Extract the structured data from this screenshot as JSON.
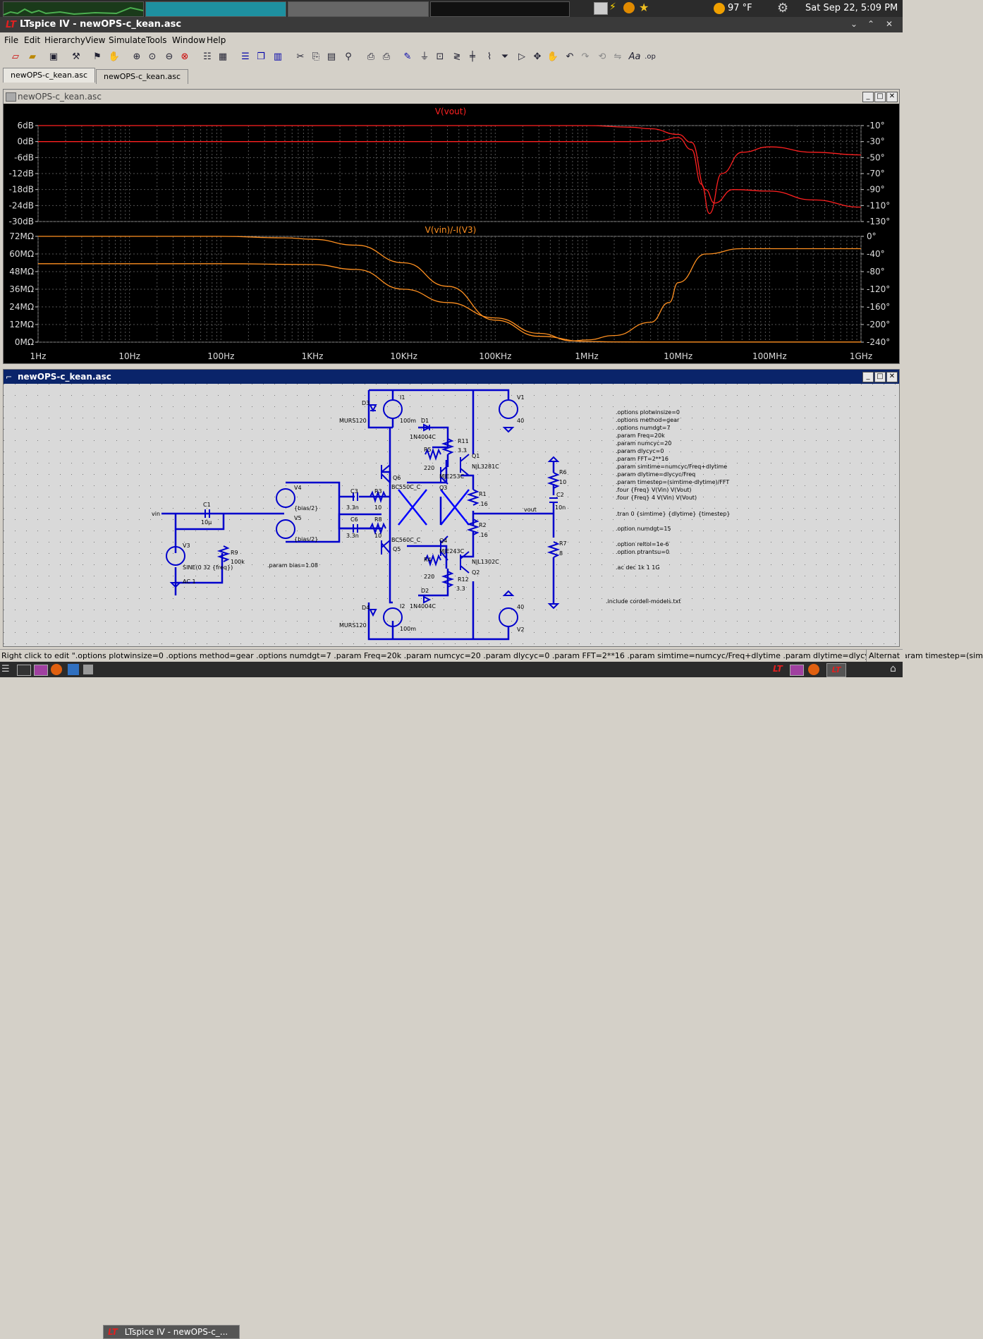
{
  "tray": {
    "temperature": "97 °F",
    "datetime": "Sat Sep 22,  5:09 PM"
  },
  "window": {
    "title": "LTspice IV - newOPS-c_kean.asc"
  },
  "menu": [
    "File",
    "Edit",
    "Hierarchy",
    "View",
    "Simulate",
    "Tools",
    "Window",
    "Help"
  ],
  "tabs": [
    "newOPS-c_kean.asc",
    "newOPS-c_kean.asc"
  ],
  "plot_window": {
    "title": "newOPS-c_kean.asc",
    "pane1": {
      "trace_label": "V(vout)",
      "trace_color": "#ff2020",
      "left_ticks": [
        "6dB",
        "0dB",
        "-6dB",
        "-12dB",
        "-18dB",
        "-24dB",
        "-30dB"
      ],
      "right_ticks": [
        "-10°",
        "-30°",
        "-50°",
        "-70°",
        "-90°",
        "-110°",
        "-130°"
      ]
    },
    "pane2": {
      "trace_label": "V(vin)/-I(V3)",
      "trace_color": "#ff9020",
      "left_ticks": [
        "72MΩ",
        "60MΩ",
        "48MΩ",
        "36MΩ",
        "24MΩ",
        "12MΩ",
        "0MΩ"
      ],
      "right_ticks": [
        "0°",
        "-40°",
        "-80°",
        "-120°",
        "-160°",
        "-200°",
        "-240°"
      ]
    },
    "x_ticks": [
      "1Hz",
      "10Hz",
      "100Hz",
      "1KHz",
      "10KHz",
      "100KHz",
      "1MHz",
      "10MHz",
      "100MHz",
      "1GHz"
    ]
  },
  "chart_data": [
    {
      "type": "line",
      "title": "V(vout)",
      "x_scale": "log",
      "xlim": [
        "1Hz",
        "1GHz"
      ],
      "ylim": [
        -30,
        6
      ],
      "y_unit": "dB",
      "y2lim": [
        -130,
        -10
      ],
      "y2_unit": "°",
      "series": [
        {
          "name": "magnitude",
          "x": [
            1,
            1000,
            100000,
            1000000,
            3000000,
            6000000,
            10000000,
            14000000,
            18000000,
            22000000,
            30000000,
            50000000,
            100000000,
            300000000,
            1000000000
          ],
          "y": [
            0,
            0,
            0,
            0,
            0,
            0.2,
            1.5,
            -3,
            -16,
            -27,
            -12,
            -4,
            -2,
            -4,
            -5
          ]
        },
        {
          "name": "phase",
          "x": [
            1,
            1000,
            100000,
            1000000,
            3000000,
            5000000,
            10000000,
            14000000,
            20000000,
            25000000,
            40000000,
            100000000,
            300000000,
            1000000000
          ],
          "y": [
            -10,
            -10,
            -10,
            -10,
            -12,
            -14,
            -21,
            -31,
            -90,
            -107,
            -90,
            -92,
            -103,
            -112
          ]
        }
      ]
    },
    {
      "type": "line",
      "title": "V(vin)/-I(V3)",
      "x_scale": "log",
      "xlim": [
        "1Hz",
        "1GHz"
      ],
      "ylim": [
        0,
        72
      ],
      "y_unit": "MΩ",
      "y2lim": [
        -240,
        0
      ],
      "y2_unit": "°",
      "series": [
        {
          "name": "magnitude",
          "x": [
            1,
            100,
            500,
            1000,
            3000,
            10000,
            30000,
            100000,
            300000,
            1000000,
            2000000,
            5000000,
            10000000,
            1000000000
          ],
          "y": [
            72,
            72,
            71,
            70,
            66,
            54,
            38,
            15,
            4,
            0.5,
            0.2,
            0.1,
            0.1,
            0.1
          ]
        },
        {
          "name": "phase",
          "x": [
            1,
            100,
            1000,
            3000,
            10000,
            30000,
            100000,
            300000,
            700000,
            1000000,
            2000000,
            5000000,
            8000000,
            10000000,
            20000000,
            50000000,
            1000000000
          ],
          "y": [
            -62,
            -62,
            -64,
            -75,
            -120,
            -150,
            -185,
            -220,
            -237,
            -235,
            -225,
            -195,
            -150,
            -105,
            -40,
            -28,
            -28
          ]
        }
      ]
    }
  ],
  "schematic_window": {
    "title": "newOPS-c_kean.asc",
    "spice_directives": [
      ".options plotwinsize=0",
      ".options method=gear",
      ".options numdgt=7",
      ".param Freq=20k",
      ".param numcyc=20",
      ".param dlycyc=0",
      ".param FFT=2**16",
      ".param simtime=numcyc/Freq+dlytime",
      ".param dlytime=dlycyc/Freq",
      ".param timestep=(simtime-dlytime)/FFT",
      ".four {Freq} V(Vin) V(Vout)",
      ".four {Freq} 4 V(Vin) V(Vout)",
      ".tran 0 {simtime} {dlytime} {timestep}",
      ".option numdgt=15",
      ".option reltol=1e-6",
      ".option ptrantsu=0",
      ".ac dec 1k 1 1G",
      ".include cordell-models.txt"
    ],
    "param_bias": ".param bias=1.08",
    "labels": {
      "vin": "vin",
      "vout": "vout",
      "C1": "C1",
      "C1v": "10µ",
      "V3": "V3",
      "V3v": "SINE(0 32 {freq})",
      "V3ac": "AC 1",
      "R9": "R9",
      "R9v": "100k",
      "V4": "V4",
      "V4v": "{bias/2}",
      "V5": "V5",
      "V5v": "{bias/2}",
      "C3": "C3",
      "C3v": "3.3n",
      "C6": "C6",
      "C6v": "3.3n",
      "R3": "R3",
      "R3v": "10",
      "R8": "R8",
      "R8v": "10",
      "Q6": "Q6",
      "Q6m": "BC550C_C",
      "Q5": "Q5",
      "Q5m": "BC560C_C",
      "R5": "R5",
      "R5v": "220",
      "R4": "R4",
      "R4v": "220",
      "Q3": "Q3",
      "Q3m": "MJE253C",
      "Q4": "Q4",
      "Q4m": "MJE243C",
      "R11": "R11",
      "R11v": "3.3",
      "R12": "R12",
      "R12v": "3.3",
      "Q1": "Q1",
      "Q1m": "NJL3281C",
      "Q2": "Q2",
      "Q2m": "NJL1302C",
      "R1": "R1",
      "R1v": ".16",
      "R2": "R2",
      "R2v": ".16",
      "D1": "D1",
      "D1m": "1N4004C",
      "D2": "D2",
      "D2m": "1N4004C",
      "D3": "D3",
      "D3m": "MURS120",
      "D4": "D4",
      "D4m": "MURS120",
      "I1": "I1",
      "I1v": "100m",
      "I2": "I2",
      "I2v": "100m",
      "V1": "V1",
      "V1v": "40",
      "V2": "V2",
      "V2v": "40",
      "R6": "R6",
      "R6v": "10",
      "C2": "C2",
      "C2v": "10n",
      "R7": "R7",
      "R7v": "8"
    }
  },
  "status_bar": "Right click to edit \".options plotwinsize=0  .options method=gear  .options numdgt=7  .param Freq=20k  .param numcyc=20  .param dlycyc=0  .param FFT=2**16  .param simtime=numcyc/Freq+dlytime  .param dlytime=dlycyc/Freq  .param timestep=(sim",
  "status_right": "Alternat",
  "taskbar": {
    "active_app": "LTspice IV - newOPS-c_..."
  }
}
